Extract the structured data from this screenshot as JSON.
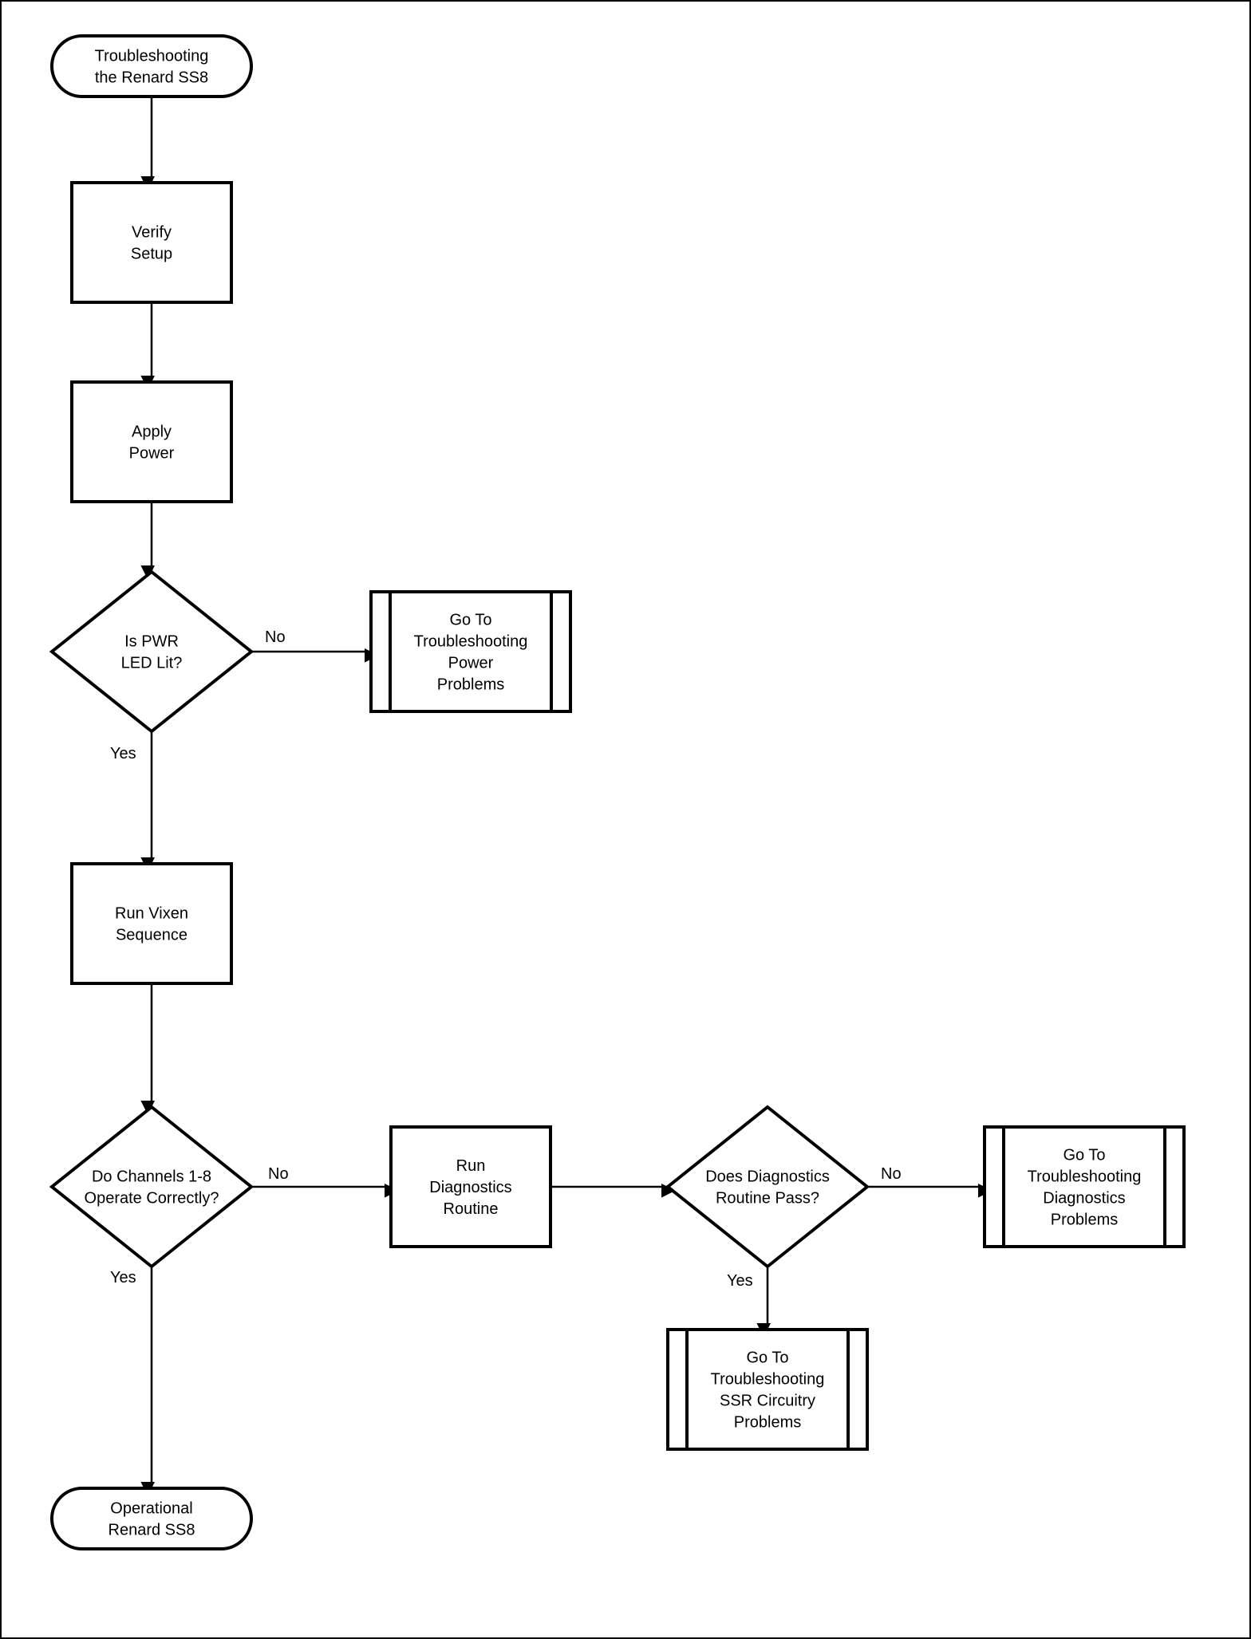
{
  "diagram": {
    "colors": {
      "stroke": "#000000",
      "fill": "#ffffff",
      "text": "#000000"
    },
    "nodes": [
      {
        "id": "start",
        "kind": "terminator",
        "lines": [
          "Troubleshooting",
          "the Renard SS8"
        ]
      },
      {
        "id": "verify",
        "kind": "process",
        "lines": [
          "Verify",
          "Setup"
        ]
      },
      {
        "id": "power",
        "kind": "process",
        "lines": [
          "Apply",
          "Power"
        ]
      },
      {
        "id": "pwr_led",
        "kind": "decision",
        "lines": [
          "Is PWR",
          "LED Lit?"
        ]
      },
      {
        "id": "ts_power",
        "kind": "subprocess",
        "lines": [
          "Go To",
          "Troubleshooting",
          "Power",
          "Problems"
        ]
      },
      {
        "id": "vixen",
        "kind": "process",
        "lines": [
          "Run Vixen",
          "Sequence"
        ]
      },
      {
        "id": "channels",
        "kind": "decision",
        "lines": [
          "Do Channels 1-8",
          "Operate Correctly?"
        ]
      },
      {
        "id": "diag",
        "kind": "process",
        "lines": [
          "Run",
          "Diagnostics",
          "Routine"
        ]
      },
      {
        "id": "diag_pass",
        "kind": "decision",
        "lines": [
          "Does Diagnostics",
          "Routine Pass?"
        ]
      },
      {
        "id": "ts_diag",
        "kind": "subprocess",
        "lines": [
          "Go To",
          "Troubleshooting",
          "Diagnostics",
          "Problems"
        ]
      },
      {
        "id": "ts_ssr",
        "kind": "subprocess",
        "lines": [
          "Go To",
          "Troubleshooting",
          "SSR Circuitry",
          "Problems"
        ]
      },
      {
        "id": "operational",
        "kind": "terminator",
        "lines": [
          "Operational",
          "Renard SS8"
        ]
      }
    ],
    "edges": [
      {
        "from": "start",
        "to": "verify",
        "label": ""
      },
      {
        "from": "verify",
        "to": "power",
        "label": ""
      },
      {
        "from": "power",
        "to": "pwr_led",
        "label": ""
      },
      {
        "from": "pwr_led",
        "to": "ts_power",
        "label": "No"
      },
      {
        "from": "pwr_led",
        "to": "vixen",
        "label": "Yes"
      },
      {
        "from": "vixen",
        "to": "channels",
        "label": ""
      },
      {
        "from": "channels",
        "to": "diag",
        "label": "No"
      },
      {
        "from": "channels",
        "to": "operational",
        "label": "Yes"
      },
      {
        "from": "diag",
        "to": "diag_pass",
        "label": ""
      },
      {
        "from": "diag_pass",
        "to": "ts_diag",
        "label": "No"
      },
      {
        "from": "diag_pass",
        "to": "ts_ssr",
        "label": "Yes"
      }
    ]
  }
}
